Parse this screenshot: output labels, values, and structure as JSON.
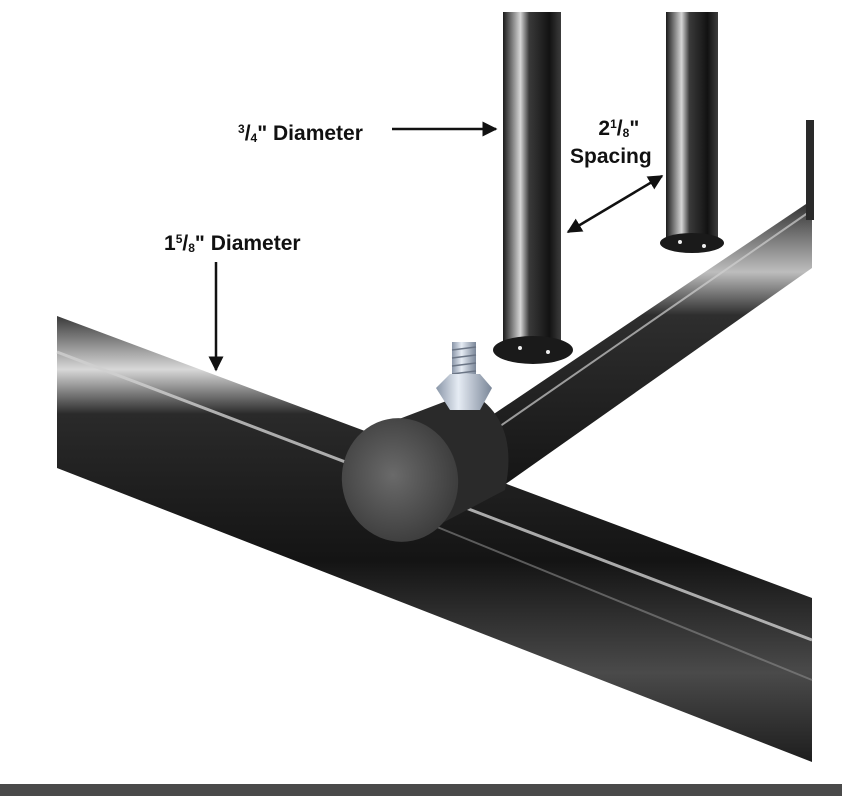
{
  "colors": {
    "background": "#ffffff",
    "metal_dark": "#1b1b1b",
    "metal_mid": "#3a3a3a",
    "highlight": "#e8e8e8",
    "bottom_bar": "#4a4a4a"
  },
  "annotations": {
    "thin_tube": {
      "num": "3",
      "slash": "/",
      "den": "4",
      "suffix": "\" Diameter"
    },
    "spacing": {
      "whole": "2",
      "num": "1",
      "slash": "/",
      "den": "8",
      "suffix": "\"",
      "line2": "Spacing"
    },
    "base_tube": {
      "whole": "1",
      "num": "5",
      "slash": "/",
      "den": "8",
      "suffix": "\" Diameter"
    }
  },
  "icons": [
    "bolt-icon"
  ]
}
